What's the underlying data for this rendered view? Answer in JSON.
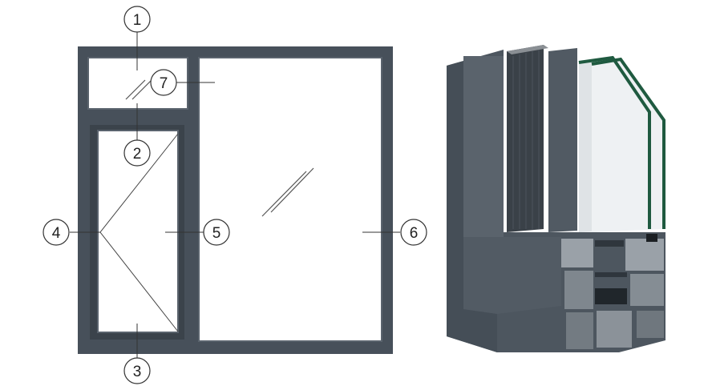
{
  "colors": {
    "frame": "#47505a",
    "frame_dark": "#2f363d",
    "glass": "#ffffff",
    "section_metal": "#4a535c",
    "section_metal_light": "#6b747d",
    "glass_edge": "#2f7a5a",
    "mesh": "#3a4148"
  },
  "callouts": [
    {
      "id": "1",
      "label": "1"
    },
    {
      "id": "2",
      "label": "2"
    },
    {
      "id": "3",
      "label": "3"
    },
    {
      "id": "4",
      "label": "4"
    },
    {
      "id": "5",
      "label": "5"
    },
    {
      "id": "6",
      "label": "6"
    },
    {
      "id": "7",
      "label": "7"
    }
  ]
}
